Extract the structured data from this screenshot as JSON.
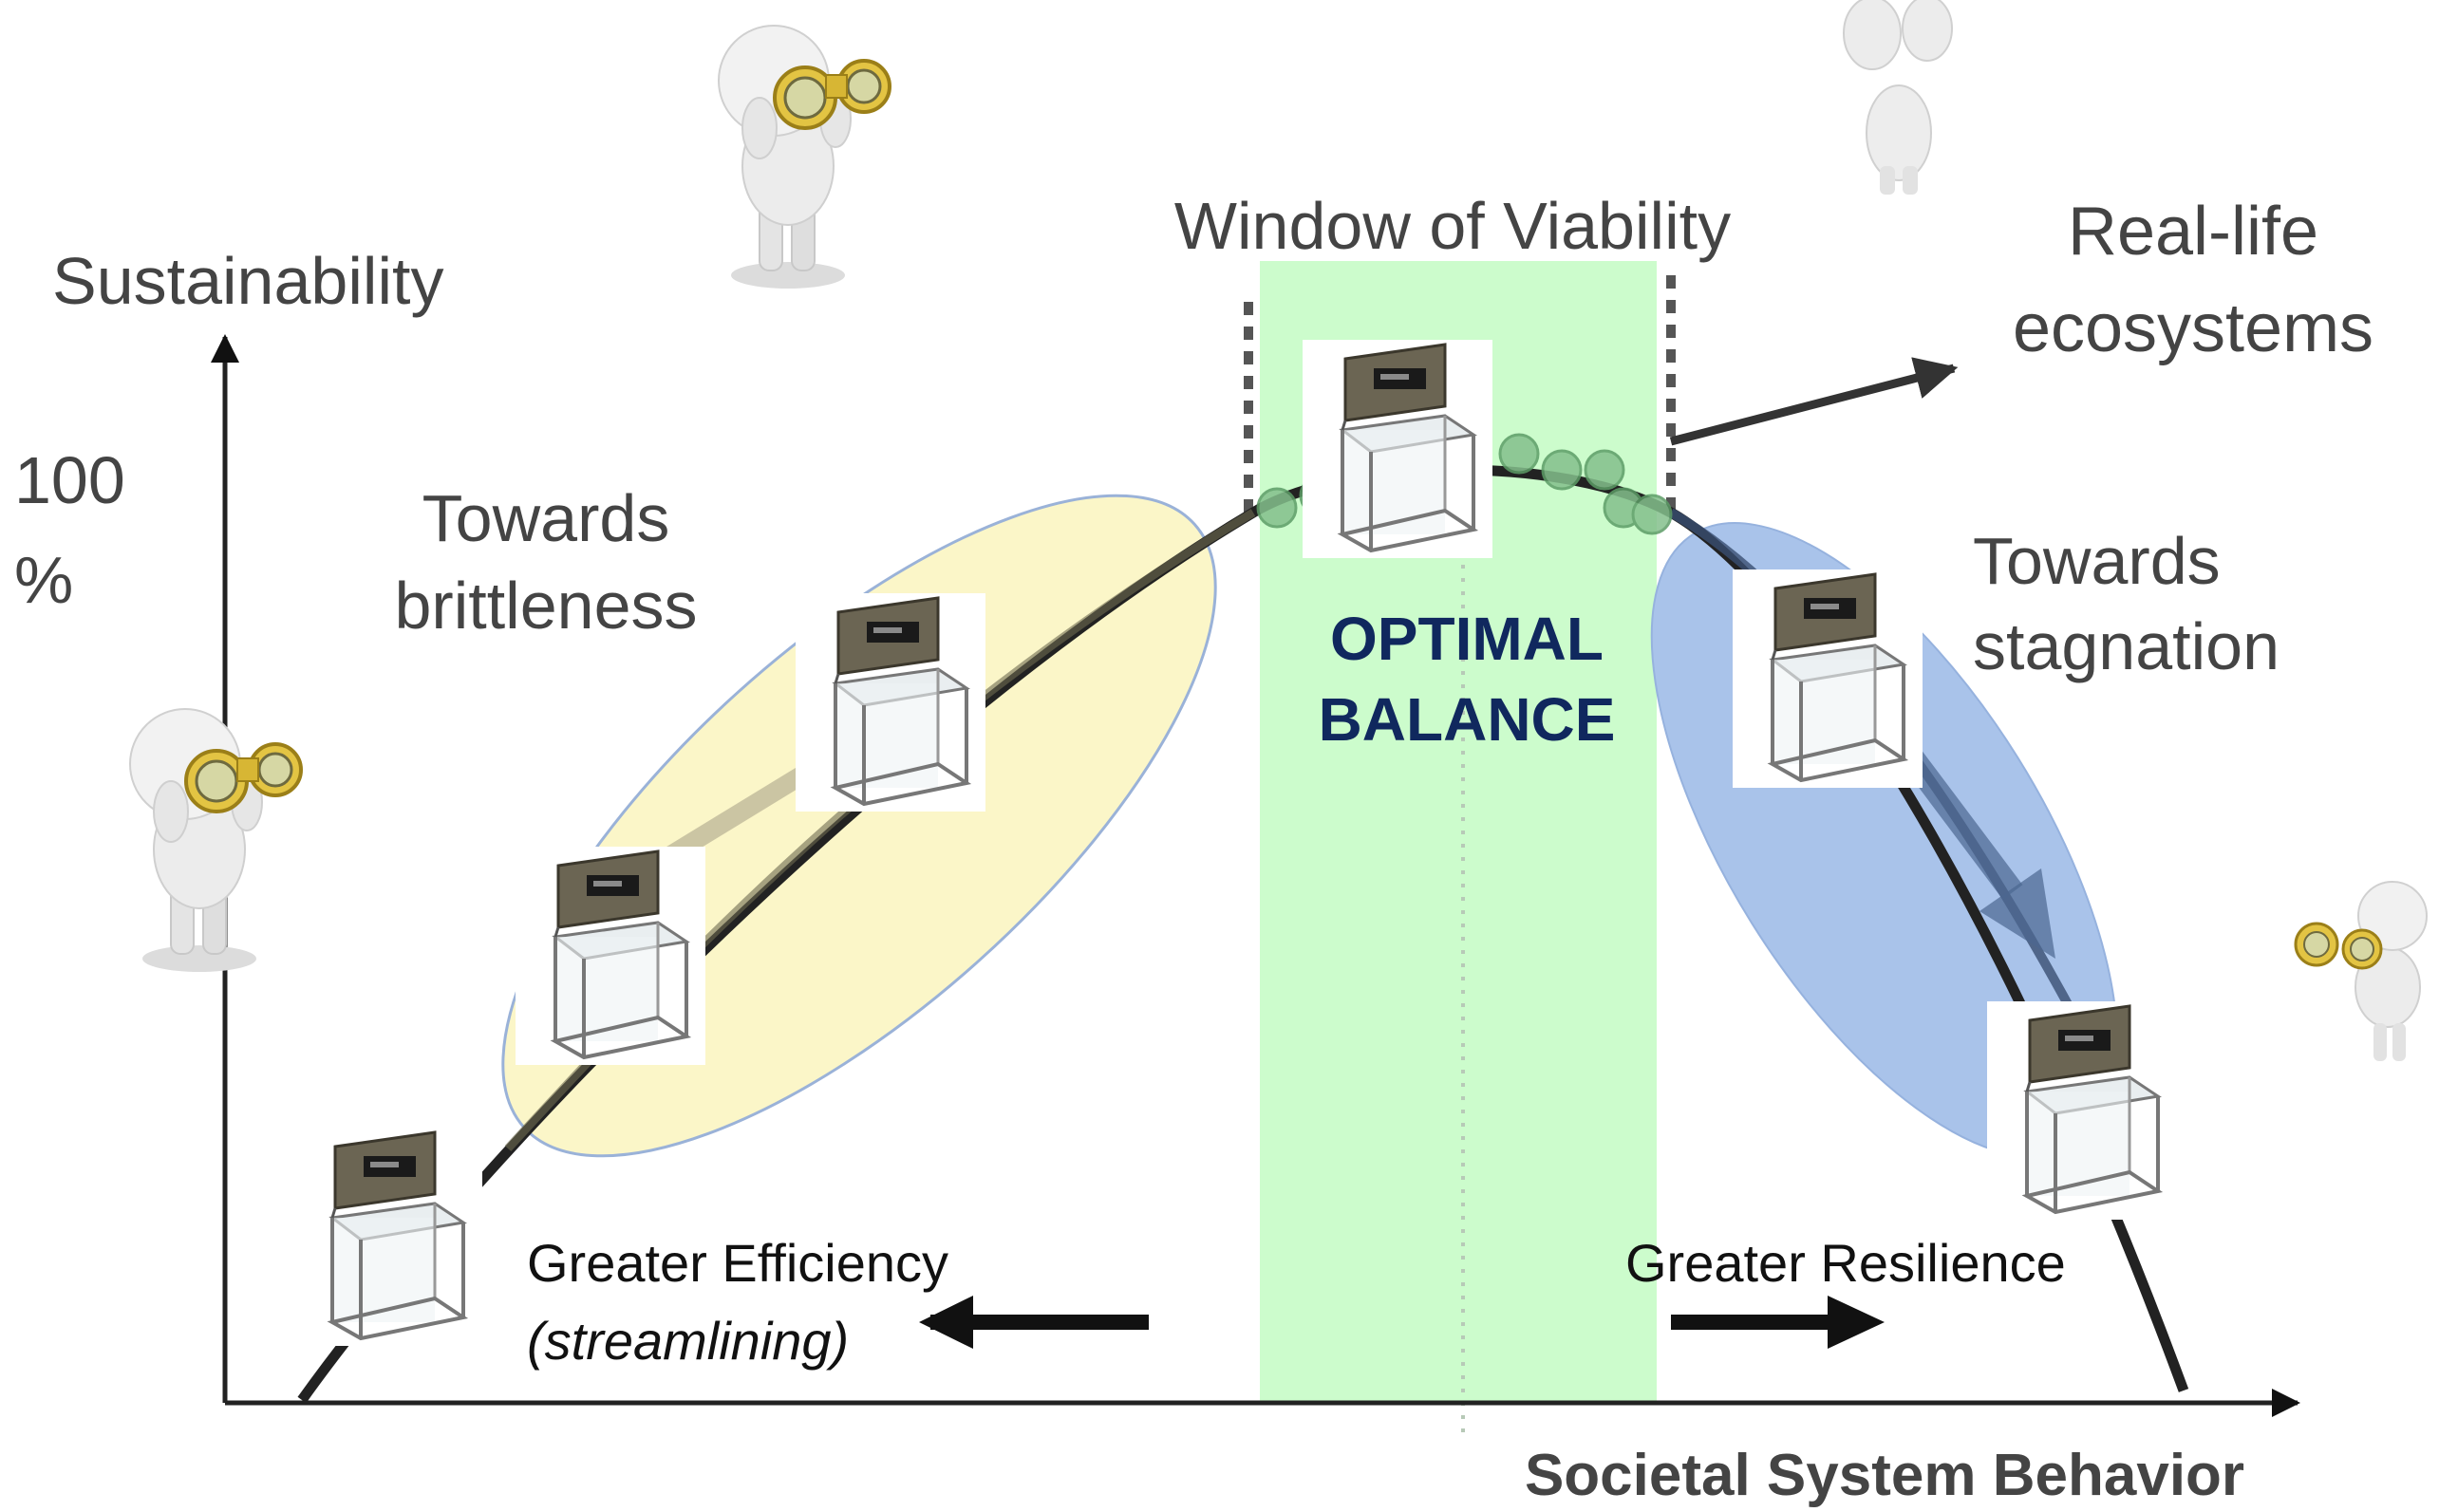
{
  "diagram": {
    "y_axis_label": "Sustainability",
    "y_axis_tick_value": "100",
    "y_axis_tick_unit": "%",
    "x_axis_label": "Societal System Behavior",
    "window_label": "Window of Viability",
    "optimal_line1": "OPTIMAL",
    "optimal_line2": "BALANCE",
    "real_life_line1": "Real-life",
    "real_life_line2": "ecosystems",
    "brittleness_line1": "Towards",
    "brittleness_line2": "brittleness",
    "stagnation_line1": "Towards",
    "stagnation_line2": "stagnation",
    "efficiency_label": "Greater Efficiency",
    "efficiency_sublabel": "(streamlining)",
    "resilience_label": "Greater Resilience"
  },
  "colors": {
    "window_green": "#ccfccc",
    "yellow_ellipse": "#fbf6c8",
    "blue_ellipse": "#a9c3ea",
    "navy_text": "#10285e",
    "gold": "#e3c443"
  },
  "icons": {
    "observer": "figure-with-binoculars-icon",
    "box": "open-glass-box-icon"
  }
}
